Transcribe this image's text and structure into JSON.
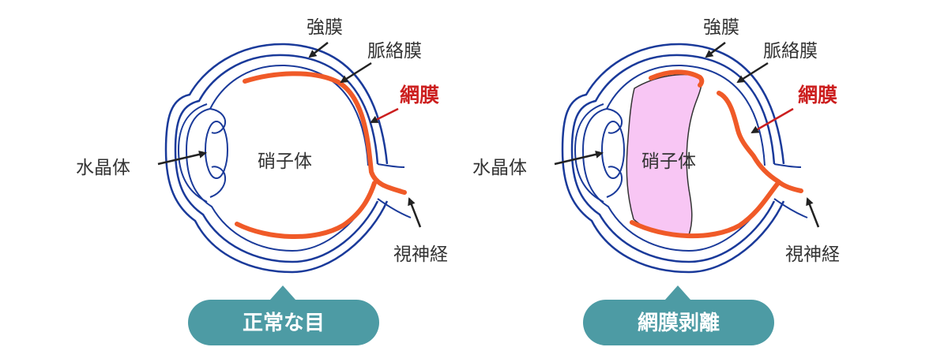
{
  "colors": {
    "eye_outline": "#1a3a9a",
    "retina": "#f05a28",
    "retina_label": "#cc1f1f",
    "vitreous_detached": "#f8c6f4",
    "badge": "#4d9ba4",
    "arrow": "#222222",
    "text": "#333333"
  },
  "left_panel": {
    "labels": {
      "sclera": "強膜",
      "choroid": "脈絡膜",
      "retina": "網膜",
      "lens": "水晶体",
      "vitreous": "硝子体",
      "optic_nerve": "視神経"
    },
    "badge": "正常な目"
  },
  "right_panel": {
    "labels": {
      "sclera": "強膜",
      "choroid": "脈絡膜",
      "retina": "網膜",
      "lens": "水晶体",
      "vitreous": "硝子体",
      "optic_nerve": "視神経"
    },
    "badge": "網膜剥離"
  }
}
